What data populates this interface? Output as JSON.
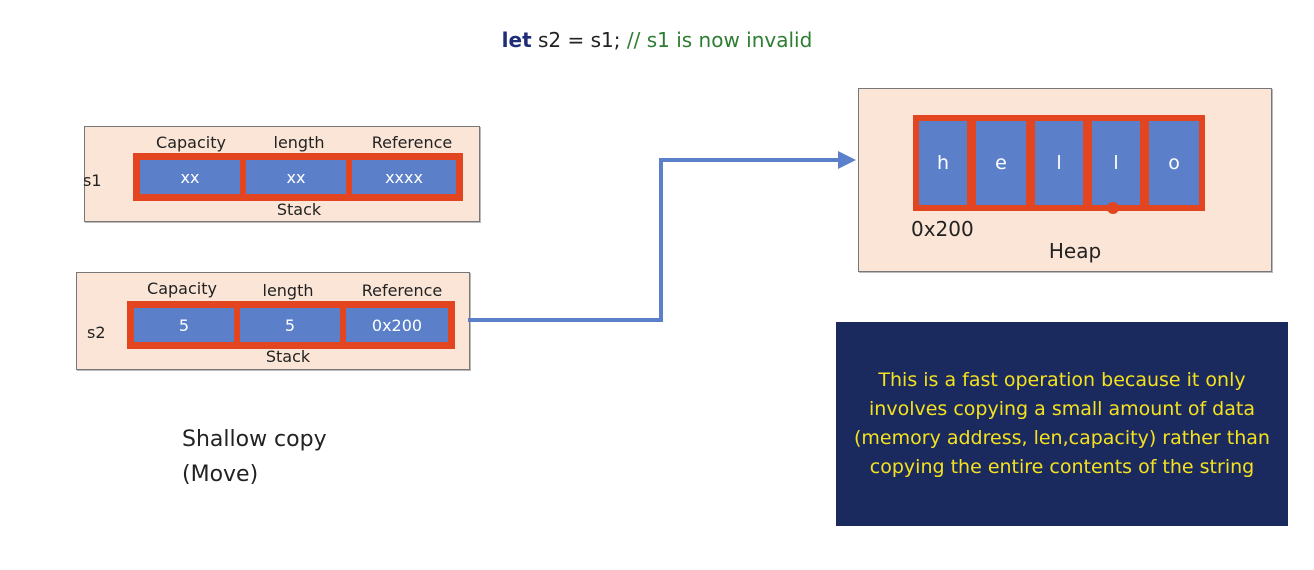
{
  "code_line": {
    "keyword": "let",
    "statement": " s2 = s1;",
    "comment": " // s1 is now invalid"
  },
  "s1": {
    "label": "s1",
    "headers": [
      "Capacity",
      "length",
      "Reference"
    ],
    "values": [
      "xx",
      "xx",
      "xxxx"
    ],
    "caption": "Stack"
  },
  "s2": {
    "label": "s2",
    "headers": [
      "Capacity",
      "length",
      "Reference"
    ],
    "values": [
      "5",
      "5",
      "0x200"
    ],
    "caption": "Stack"
  },
  "heap": {
    "chars": [
      "h",
      "e",
      "l",
      "l",
      "o"
    ],
    "address": "0x200",
    "caption": "Heap"
  },
  "shallow": {
    "line1": "Shallow copy",
    "line2": "(Move)"
  },
  "note": {
    "text": "This is a fast operation because it only involves copying a small amount of data (memory address, len,capacity) rather than copying the entire contents of the string"
  },
  "colors": {
    "panel_fill": "#fbe5d6",
    "frame_red": "#e2451f",
    "cell_blue": "#5b80c9",
    "arrow_blue": "#5b80c9",
    "note_bg": "#1b2a5e",
    "note_text": "#f4e11f",
    "keyword": "#1f2d78",
    "comment": "#2e7d32"
  }
}
